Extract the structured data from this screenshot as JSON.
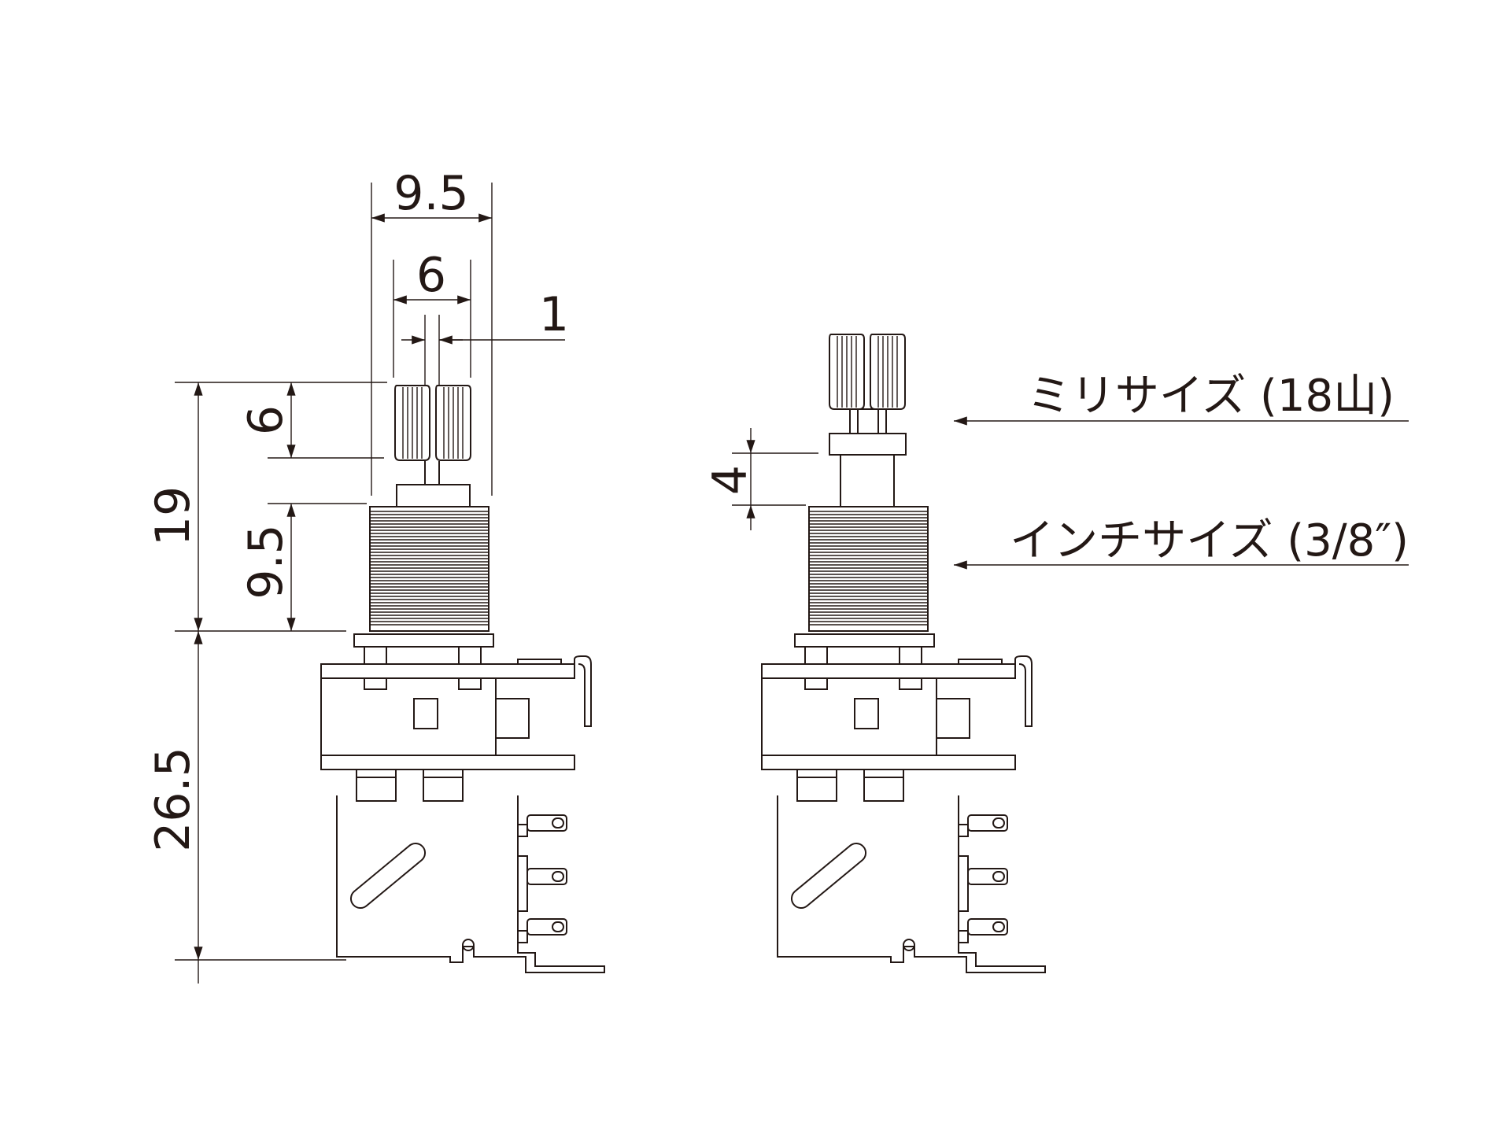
{
  "dimensions": {
    "width_total": "9.5",
    "shaft_width": "6",
    "slot_width": "1",
    "knurl_height": "6",
    "total_height_shaft": "19",
    "bushing_height": "9.5",
    "body_height": "26.5",
    "collar_height": "4"
  },
  "labels": {
    "metric": "ミリサイズ (18山)",
    "inch": "インチサイズ (3/8″)"
  },
  "colors": {
    "line": "#231815",
    "background": "#ffffff"
  }
}
